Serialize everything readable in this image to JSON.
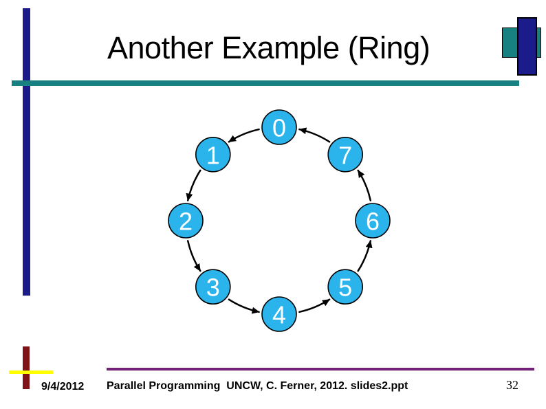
{
  "title": "Another Example (Ring)",
  "footer": {
    "date": "9/4/2012",
    "text": "Parallel Programming  UNCW, C. Ferner, 2012. slides2.ppt",
    "page_number": "32"
  },
  "diagram": {
    "type": "ring",
    "nodes": [
      "0",
      "1",
      "2",
      "3",
      "4",
      "5",
      "6",
      "7"
    ],
    "edges": [
      [
        "0",
        "1"
      ],
      [
        "1",
        "2"
      ],
      [
        "2",
        "3"
      ],
      [
        "3",
        "4"
      ],
      [
        "4",
        "5"
      ],
      [
        "5",
        "6"
      ],
      [
        "6",
        "7"
      ],
      [
        "7",
        "0"
      ]
    ],
    "node_fill": "#2BB3EB",
    "node_border": "#000000",
    "node_label_color": "#FFFFFF",
    "arrow_color": "#000000"
  },
  "colors": {
    "navy": "#1B1B8A",
    "teal": "#178080",
    "maroon": "#7E1418",
    "yellow": "#FFFF00",
    "purple": "#722277",
    "title_text": "#000000",
    "footer_text": "#000000"
  }
}
